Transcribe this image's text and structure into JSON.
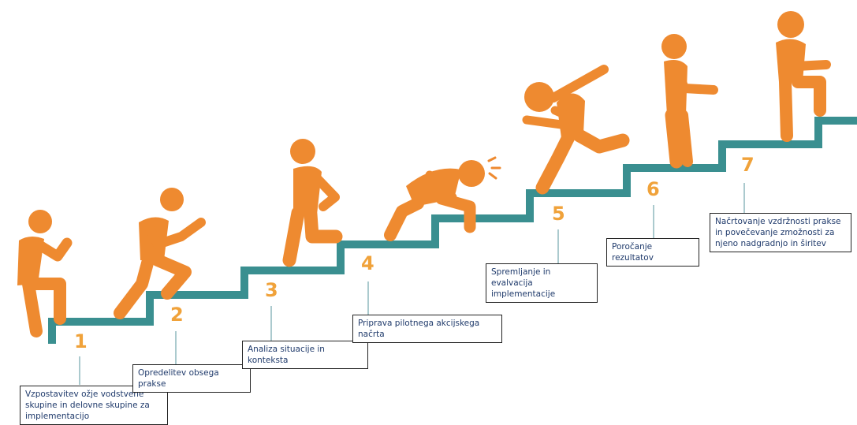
{
  "colors": {
    "figure": "#ee8a30",
    "stairs": "#3a8f90",
    "number": "#f0a23a",
    "connector": "#8fb8bd",
    "box_text": "#1f3a6b"
  },
  "steps": [
    {
      "number": "1",
      "label": "Vzpostavitev ožje vodstvene skupine in delovne skupine za implementacijo"
    },
    {
      "number": "2",
      "label": "Opredelitev obsega prakse"
    },
    {
      "number": "3",
      "label": "Analiza situacije in konteksta"
    },
    {
      "number": "4",
      "label": "Priprava pilotnega akcijskega načrta"
    },
    {
      "number": "5",
      "label": "Spremljanje in evalvacija implementacije"
    },
    {
      "number": "6",
      "label": "Poročanje rezultatov"
    },
    {
      "number": "7",
      "label": "Načrtovanje vzdržnosti prakse in povečevanje zmožnosti za njeno nadgradnjo in širitev"
    }
  ]
}
